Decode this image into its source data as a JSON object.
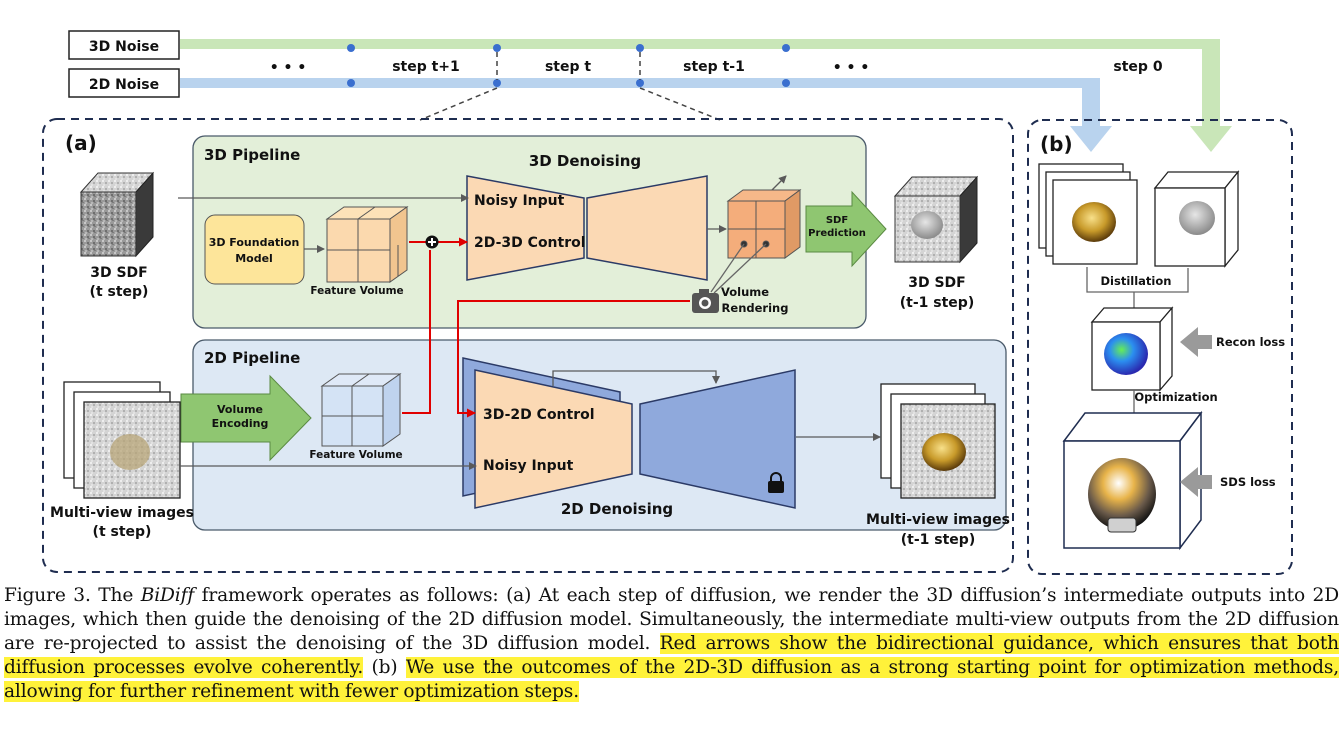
{
  "timeline": {
    "noise_3d": "3D Noise",
    "noise_2d": "2D Noise",
    "dots_left": "• • •",
    "dots_right": "• • •",
    "step_t_plus_1": "step t+1",
    "step_t": "step t",
    "step_t_minus_1": "step t-1",
    "step_0": "step 0"
  },
  "panel_a": {
    "label": "(a)",
    "pipeline_3d": {
      "title": "3D Pipeline",
      "denoising_title": "3D Denoising",
      "noisy_input": "Noisy Input",
      "control": "2D-3D Control",
      "foundation_model_line1": "3D Foundation",
      "foundation_model_line2": "Model",
      "feature_volume": "Feature Volume",
      "sdf_prediction_line1": "SDF",
      "sdf_prediction_line2": "Prediction",
      "volume_rendering_line1": "Volume",
      "volume_rendering_line2": "Rendering",
      "input_label_line1": "3D SDF",
      "input_label_line2": "(t step)",
      "output_label_line1": "3D SDF",
      "output_label_line2": "(t-1 step)"
    },
    "pipeline_2d": {
      "title": "2D Pipeline",
      "denoising_title": "2D Denoising",
      "control": "3D-2D Control",
      "noisy_input": "Noisy Input",
      "volume_encoding_line1": "Volume",
      "volume_encoding_line2": "Encoding",
      "feature_volume": "Feature Volume",
      "input_label_line1": "Multi-view images",
      "input_label_line2": "(t step)",
      "output_label_line1": "Multi-view images",
      "output_label_line2": "(t-1 step)"
    }
  },
  "panel_b": {
    "label": "(b)",
    "distillation": "Distillation",
    "recon_loss": "Recon loss",
    "optimization": "Optimization",
    "sds_loss": "SDS loss"
  },
  "caption": {
    "part1": "Figure 3. The ",
    "bidiff": "BiDiff",
    "part2": " framework operates as follows: (a) At each step of diffusion, we render the 3D diffusion’s intermediate outputs into 2D images, which then guide the denoising of the 2D diffusion model. Simultaneously, the intermediate multi-view outputs from the 2D diffusion are re-projected to assist the denoising of the 3D diffusion model. ",
    "highlight1": "Red arrows show the bidirectional guidance, which ensures that both diffusion processes evolve coherently.",
    "part3": " (b) ",
    "highlight2": "We use the outcomes of the 2D-3D diffusion as a strong starting point for optimization methods, allowing for further refinement with fewer optimization steps."
  },
  "colors": {
    "green_band": "#c9e6b8",
    "blue_band": "#b9d3ee",
    "panel_green": "#e3efd9",
    "panel_blue": "#dde8f4",
    "encoder_fill": "#fbd9b4",
    "decoder_blue": "#8fa9dc",
    "guidance_red": "#e00000",
    "foundation_yellow": "#fde59a",
    "dash_navy": "#1f2d50",
    "highlight": "#fff23a"
  }
}
